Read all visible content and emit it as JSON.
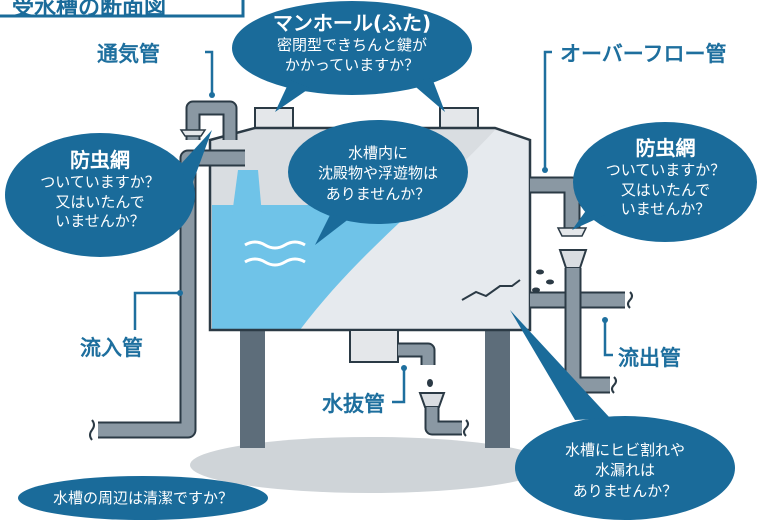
{
  "title": "受水槽の断面図",
  "labels": {
    "vent_pipe": "通気管",
    "overflow_pipe": "オーバーフロー管",
    "inflow_pipe": "流入管",
    "outflow_pipe": "流出管",
    "drain_pipe": "水抜管"
  },
  "bubbles": {
    "manhole": {
      "title": "マンホール(ふた)",
      "line1": "密閉型できちんと鍵が",
      "line2": "かかっていますか？"
    },
    "insect_left": {
      "title": "防虫網",
      "line1": "ついていますか？",
      "line2": "又はいたんで",
      "line3": "いませんか？"
    },
    "insect_right": {
      "title": "防虫網",
      "line1": "ついていますか？",
      "line2": "又はいたんで",
      "line3": "いませんか？"
    },
    "sediment": {
      "line1": "水槽内に",
      "line2": "沈殿物や浮遊物は",
      "line3": "ありませんか？"
    },
    "crack": {
      "line1": "水槽にヒビ割れや",
      "line2": "水漏れは",
      "line3": "ありませんか？"
    },
    "surroundings": {
      "line1": "水槽の周辺は清潔ですか？"
    }
  },
  "colors": {
    "bubble": "#1a6b9a",
    "label": "#1e6f9e",
    "water": "#6fc3e8",
    "tank_body": "#d9dde1",
    "pipe": "#8a98a3",
    "legs": "#5d6d7a"
  }
}
